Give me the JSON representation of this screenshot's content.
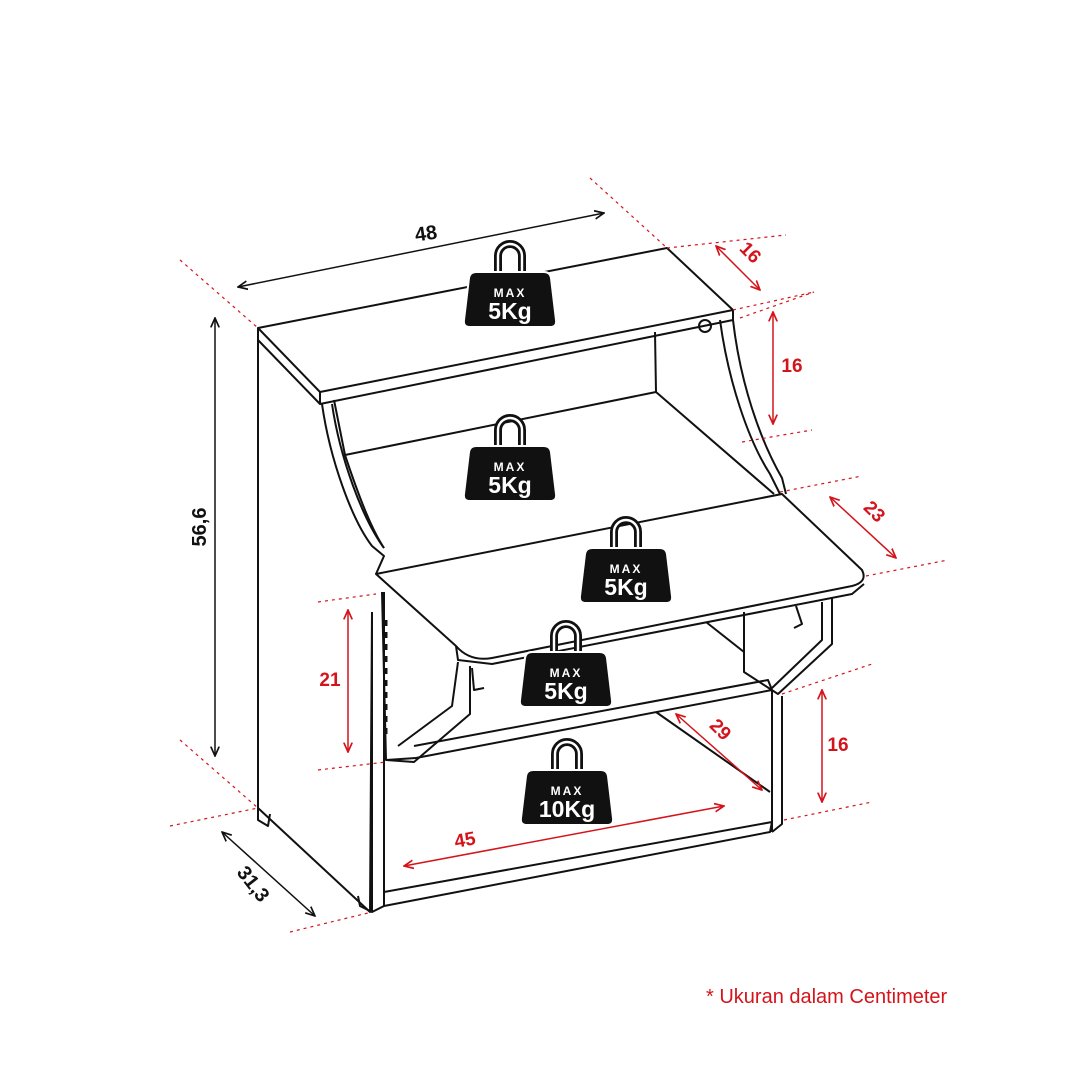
{
  "dimensions": {
    "width_top": "48",
    "height_total": "56,6",
    "depth_total": "31,3",
    "top_depth": "16",
    "top_compartment_height": "16",
    "flap_depth": "23",
    "flap_compartment_height": "21",
    "bottom_shelf_depth": "29",
    "bottom_shelf_height": "16",
    "bottom_shelf_width": "45"
  },
  "weights": {
    "max_label": "MAX",
    "top": "5Kg",
    "upper_shelf": "5Kg",
    "flap": "5Kg",
    "middle_shelf": "5Kg",
    "bottom_shelf": "10Kg"
  },
  "note": "* Ukuran dalam Centimeter",
  "colors": {
    "outline": "#111111",
    "dimension_red": "#d4141b",
    "weight_fill": "#111111"
  }
}
